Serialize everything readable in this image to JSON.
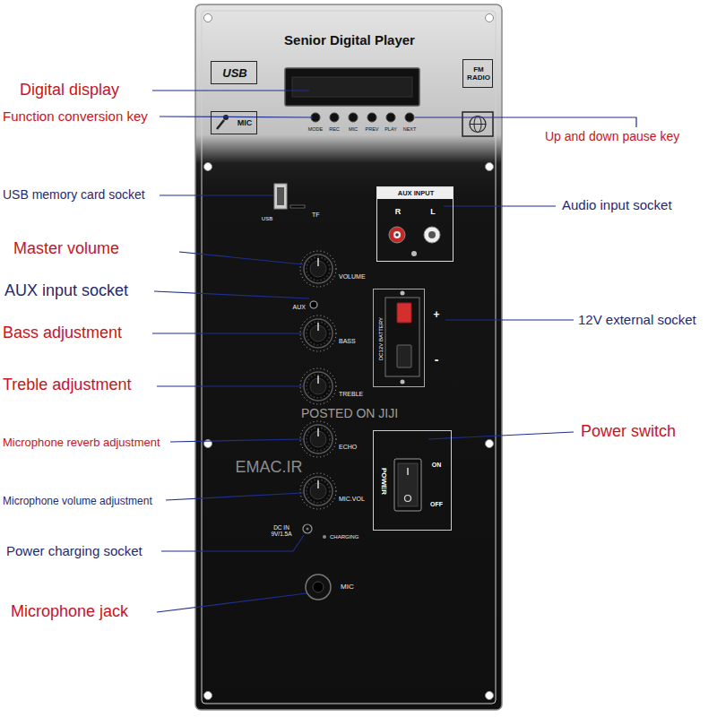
{
  "diagram": {
    "nodes": [
      {
        "text": [
          "Senior Digital Player"
        ]
      },
      {
        "text": [
          "USB"
        ],
        "in": 0
      },
      {
        "text": [
          "FM RADIO"
        ],
        "in": 0
      },
      {
        "text": [
          "MIC"
        ],
        "in": 0
      },
      {
        "text": [
          "AUX INPUT",
          "R",
          "L"
        ],
        "in": 0
      },
      {
        "text": [
          "DC12V BATTERY"
        ],
        "in": 0
      },
      {
        "text": [
          "POWER",
          "ON",
          "OFF"
        ],
        "in": 0
      }
    ],
    "labels": [
      "Digital display",
      "Function conversion key",
      "Up and down pause key",
      "USB memory card socket",
      "Audio input socket",
      "Master volume",
      "AUX input socket",
      "12V external socket",
      "Bass adjustment",
      "Treble adjustment",
      "Microphone reverb adjustment",
      "Power switch",
      "Microphone volume adjustment",
      "Power charging socket",
      "Microphone jack",
      "MODE",
      "REC",
      "MIC",
      "PREV",
      "PLAY",
      "NEXT",
      "USB",
      "TF",
      "VOLUME",
      "AUX",
      "BASS",
      "TREBLE",
      "ECHO",
      "MIC.VOL",
      "DC IN 9V/1.5A",
      "CHARGING",
      "MIC",
      "POSTED ON JIJI",
      "EMAC.IR",
      "+",
      "-"
    ]
  }
}
